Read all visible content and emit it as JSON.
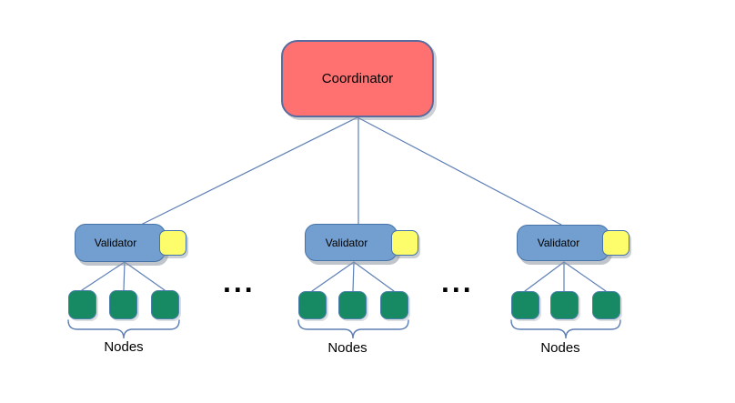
{
  "diagram": {
    "coordinator_label": "Coordinator",
    "ellipsis": "...",
    "groups": [
      {
        "validator_label": "Validator",
        "nodes_label": "Nodes"
      },
      {
        "validator_label": "Validator",
        "nodes_label": "Nodes"
      },
      {
        "validator_label": "Validator",
        "nodes_label": "Nodes"
      }
    ],
    "colors": {
      "coordinator_fill": "#FF7171",
      "coordinator_border": "#5A6B9E",
      "validator_fill": "#729FCF",
      "validator_border": "#4673A8",
      "badge_fill": "#FDFD6B",
      "node_fill": "#178A64",
      "connector_line": "#5D7FB5",
      "text": "#000000"
    }
  }
}
